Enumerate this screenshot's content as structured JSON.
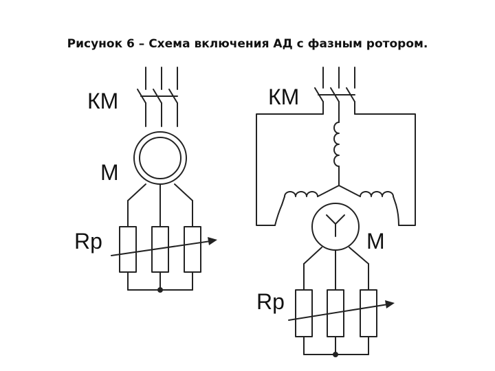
{
  "caption": "Рисунок 6 – Схема включения АД с фазным ротором.",
  "left_scheme": {
    "contactor_label": "КМ",
    "motor_label": "М",
    "resistor_label": "Rp"
  },
  "right_scheme": {
    "contactor_label": "КМ",
    "motor_label": "М",
    "resistor_label": "Rp"
  },
  "colors": {
    "ink": "#222222",
    "background": "#ffffff"
  }
}
